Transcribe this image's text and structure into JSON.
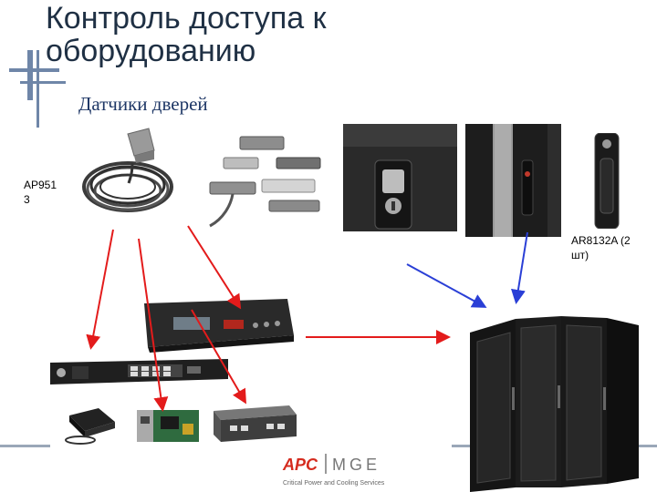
{
  "slide": {
    "title_line1": "Контроль доступа к",
    "title_line2": "оборудованию",
    "subtitle": "Датчики дверей"
  },
  "labels": {
    "sensor_model": "AP951\n3",
    "handle_model": "AR8132A (2\nшт)"
  },
  "logo": {
    "brand1": "APC",
    "brand2": "MGE",
    "tagline": "Critical Power and Cooling Services"
  },
  "colors": {
    "title": "#1f3044",
    "subtitle": "#1e3766",
    "red_arrow": "#e31b1b",
    "blue_arrow": "#2a3fd6",
    "logo_red": "#d52b1e",
    "accent_line": "#6f86a8"
  }
}
